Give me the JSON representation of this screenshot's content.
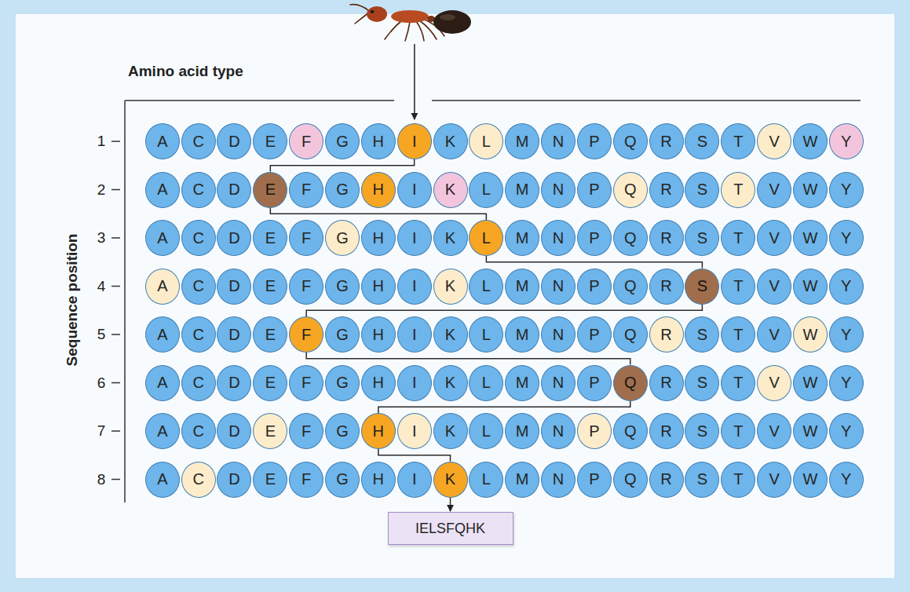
{
  "diagram": {
    "nodes": [
      {
        "text": [
          "A"
        ]
      },
      {
        "text": [
          "C"
        ]
      },
      {
        "text": [
          "D"
        ]
      },
      {
        "text": [
          "E"
        ]
      },
      {
        "text": [
          "F"
        ]
      },
      {
        "text": [
          "G"
        ]
      },
      {
        "text": [
          "H"
        ]
      },
      {
        "text": [
          "I"
        ]
      },
      {
        "text": [
          "K"
        ]
      },
      {
        "text": [
          "L"
        ]
      },
      {
        "text": [
          "M"
        ]
      },
      {
        "text": [
          "N"
        ]
      },
      {
        "text": [
          "P"
        ]
      },
      {
        "text": [
          "Q"
        ]
      },
      {
        "text": [
          "R"
        ]
      },
      {
        "text": [
          "S"
        ]
      },
      {
        "text": [
          "T"
        ]
      },
      {
        "text": [
          "V"
        ]
      },
      {
        "text": [
          "W"
        ]
      },
      {
        "text": [
          "Y"
        ]
      },
      {
        "text": [
          "A"
        ]
      },
      {
        "text": [
          "C"
        ]
      },
      {
        "text": [
          "D"
        ]
      },
      {
        "text": [
          "E"
        ]
      },
      {
        "text": [
          "F"
        ]
      },
      {
        "text": [
          "G"
        ]
      },
      {
        "text": [
          "H"
        ]
      },
      {
        "text": [
          "I"
        ]
      },
      {
        "text": [
          "K"
        ]
      },
      {
        "text": [
          "L"
        ]
      },
      {
        "text": [
          "M"
        ]
      },
      {
        "text": [
          "N"
        ]
      },
      {
        "text": [
          "P"
        ]
      },
      {
        "text": [
          "Q"
        ]
      },
      {
        "text": [
          "R"
        ]
      },
      {
        "text": [
          "S"
        ]
      },
      {
        "text": [
          "T"
        ]
      },
      {
        "text": [
          "V"
        ]
      },
      {
        "text": [
          "W"
        ]
      },
      {
        "text": [
          "Y"
        ]
      },
      {
        "text": [
          "A"
        ]
      },
      {
        "text": [
          "C"
        ]
      },
      {
        "text": [
          "D"
        ]
      },
      {
        "text": [
          "E"
        ]
      },
      {
        "text": [
          "F"
        ]
      },
      {
        "text": [
          "G"
        ]
      },
      {
        "text": [
          "H"
        ]
      },
      {
        "text": [
          "I"
        ]
      },
      {
        "text": [
          "K"
        ]
      },
      {
        "text": [
          "L"
        ]
      },
      {
        "text": [
          "M"
        ]
      },
      {
        "text": [
          "N"
        ]
      },
      {
        "text": [
          "P"
        ]
      },
      {
        "text": [
          "Q"
        ]
      },
      {
        "text": [
          "R"
        ]
      },
      {
        "text": [
          "S"
        ]
      },
      {
        "text": [
          "T"
        ]
      },
      {
        "text": [
          "V"
        ]
      },
      {
        "text": [
          "W"
        ]
      },
      {
        "text": [
          "Y"
        ]
      },
      {
        "text": [
          "A"
        ]
      },
      {
        "text": [
          "C"
        ]
      },
      {
        "text": [
          "D"
        ]
      },
      {
        "text": [
          "E"
        ]
      },
      {
        "text": [
          "F"
        ]
      },
      {
        "text": [
          "G"
        ]
      },
      {
        "text": [
          "H"
        ]
      },
      {
        "text": [
          "I"
        ]
      },
      {
        "text": [
          "K"
        ]
      },
      {
        "text": [
          "L"
        ]
      },
      {
        "text": [
          "M"
        ]
      },
      {
        "text": [
          "N"
        ]
      },
      {
        "text": [
          "P"
        ]
      },
      {
        "text": [
          "Q"
        ]
      },
      {
        "text": [
          "R"
        ]
      },
      {
        "text": [
          "S"
        ]
      },
      {
        "text": [
          "T"
        ]
      },
      {
        "text": [
          "V"
        ]
      },
      {
        "text": [
          "W"
        ]
      },
      {
        "text": [
          "Y"
        ]
      },
      {
        "text": [
          "A"
        ]
      },
      {
        "text": [
          "C"
        ]
      },
      {
        "text": [
          "D"
        ]
      },
      {
        "text": [
          "E"
        ]
      },
      {
        "text": [
          "F"
        ]
      },
      {
        "text": [
          "G"
        ]
      },
      {
        "text": [
          "H"
        ]
      },
      {
        "text": [
          "I"
        ]
      },
      {
        "text": [
          "K"
        ]
      },
      {
        "text": [
          "L"
        ]
      },
      {
        "text": [
          "M"
        ]
      },
      {
        "text": [
          "N"
        ]
      },
      {
        "text": [
          "P"
        ]
      },
      {
        "text": [
          "Q"
        ]
      },
      {
        "text": [
          "R"
        ]
      },
      {
        "text": [
          "S"
        ]
      },
      {
        "text": [
          "T"
        ]
      },
      {
        "text": [
          "V"
        ]
      },
      {
        "text": [
          "W"
        ]
      },
      {
        "text": [
          "Y"
        ]
      },
      {
        "text": [
          "A"
        ]
      },
      {
        "text": [
          "C"
        ]
      },
      {
        "text": [
          "D"
        ]
      },
      {
        "text": [
          "E"
        ]
      },
      {
        "text": [
          "F"
        ]
      },
      {
        "text": [
          "G"
        ]
      },
      {
        "text": [
          "H"
        ]
      },
      {
        "text": [
          "I"
        ]
      },
      {
        "text": [
          "K"
        ]
      },
      {
        "text": [
          "L"
        ]
      },
      {
        "text": [
          "M"
        ]
      },
      {
        "text": [
          "N"
        ]
      },
      {
        "text": [
          "P"
        ]
      },
      {
        "text": [
          "Q"
        ]
      },
      {
        "text": [
          "R"
        ]
      },
      {
        "text": [
          "S"
        ]
      },
      {
        "text": [
          "T"
        ]
      },
      {
        "text": [
          "V"
        ]
      },
      {
        "text": [
          "W"
        ]
      },
      {
        "text": [
          "Y"
        ]
      },
      {
        "text": [
          "A"
        ]
      },
      {
        "text": [
          "C"
        ]
      },
      {
        "text": [
          "D"
        ]
      },
      {
        "text": [
          "E"
        ]
      },
      {
        "text": [
          "F"
        ]
      },
      {
        "text": [
          "G"
        ]
      },
      {
        "text": [
          "H"
        ]
      },
      {
        "text": [
          "I"
        ]
      },
      {
        "text": [
          "K"
        ]
      },
      {
        "text": [
          "L"
        ]
      },
      {
        "text": [
          "M"
        ]
      },
      {
        "text": [
          "N"
        ]
      },
      {
        "text": [
          "P"
        ]
      },
      {
        "text": [
          "Q"
        ]
      },
      {
        "text": [
          "R"
        ]
      },
      {
        "text": [
          "S"
        ]
      },
      {
        "text": [
          "T"
        ]
      },
      {
        "text": [
          "V"
        ]
      },
      {
        "text": [
          "W"
        ]
      },
      {
        "text": [
          "Y"
        ]
      },
      {
        "text": [
          "A"
        ]
      },
      {
        "text": [
          "C"
        ]
      },
      {
        "text": [
          "D"
        ]
      },
      {
        "text": [
          "E"
        ]
      },
      {
        "text": [
          "F"
        ]
      },
      {
        "text": [
          "G"
        ]
      },
      {
        "text": [
          "H"
        ]
      },
      {
        "text": [
          "I"
        ]
      },
      {
        "text": [
          "K"
        ]
      },
      {
        "text": [
          "L"
        ]
      },
      {
        "text": [
          "M"
        ]
      },
      {
        "text": [
          "N"
        ]
      },
      {
        "text": [
          "P"
        ]
      },
      {
        "text": [
          "Q"
        ]
      },
      {
        "text": [
          "R"
        ]
      },
      {
        "text": [
          "S"
        ]
      },
      {
        "text": [
          "T"
        ]
      },
      {
        "text": [
          "V"
        ]
      },
      {
        "text": [
          "W"
        ]
      },
      {
        "text": [
          "Y"
        ]
      },
      {
        "text": [
          "IELSFQHK"
        ]
      }
    ],
    "edges": [
      {
        "from": 7,
        "to": 23,
        "arrow": "none"
      },
      {
        "from": 23,
        "to": 49,
        "arrow": "none"
      },
      {
        "from": 49,
        "to": 75,
        "arrow": "none"
      },
      {
        "from": 75,
        "to": 84,
        "arrow": "none"
      },
      {
        "from": 84,
        "to": 113,
        "arrow": "none"
      },
      {
        "from": 113,
        "to": 126,
        "arrow": "none"
      },
      {
        "from": 126,
        "to": 148,
        "arrow": "none"
      },
      {
        "from": 148,
        "to": 160,
        "arrow": "to"
      }
    ],
    "labels": [
      "Amino acid type",
      "Sequence position",
      "1",
      "2",
      "3",
      "4",
      "5",
      "6",
      "7",
      "8"
    ]
  }
}
